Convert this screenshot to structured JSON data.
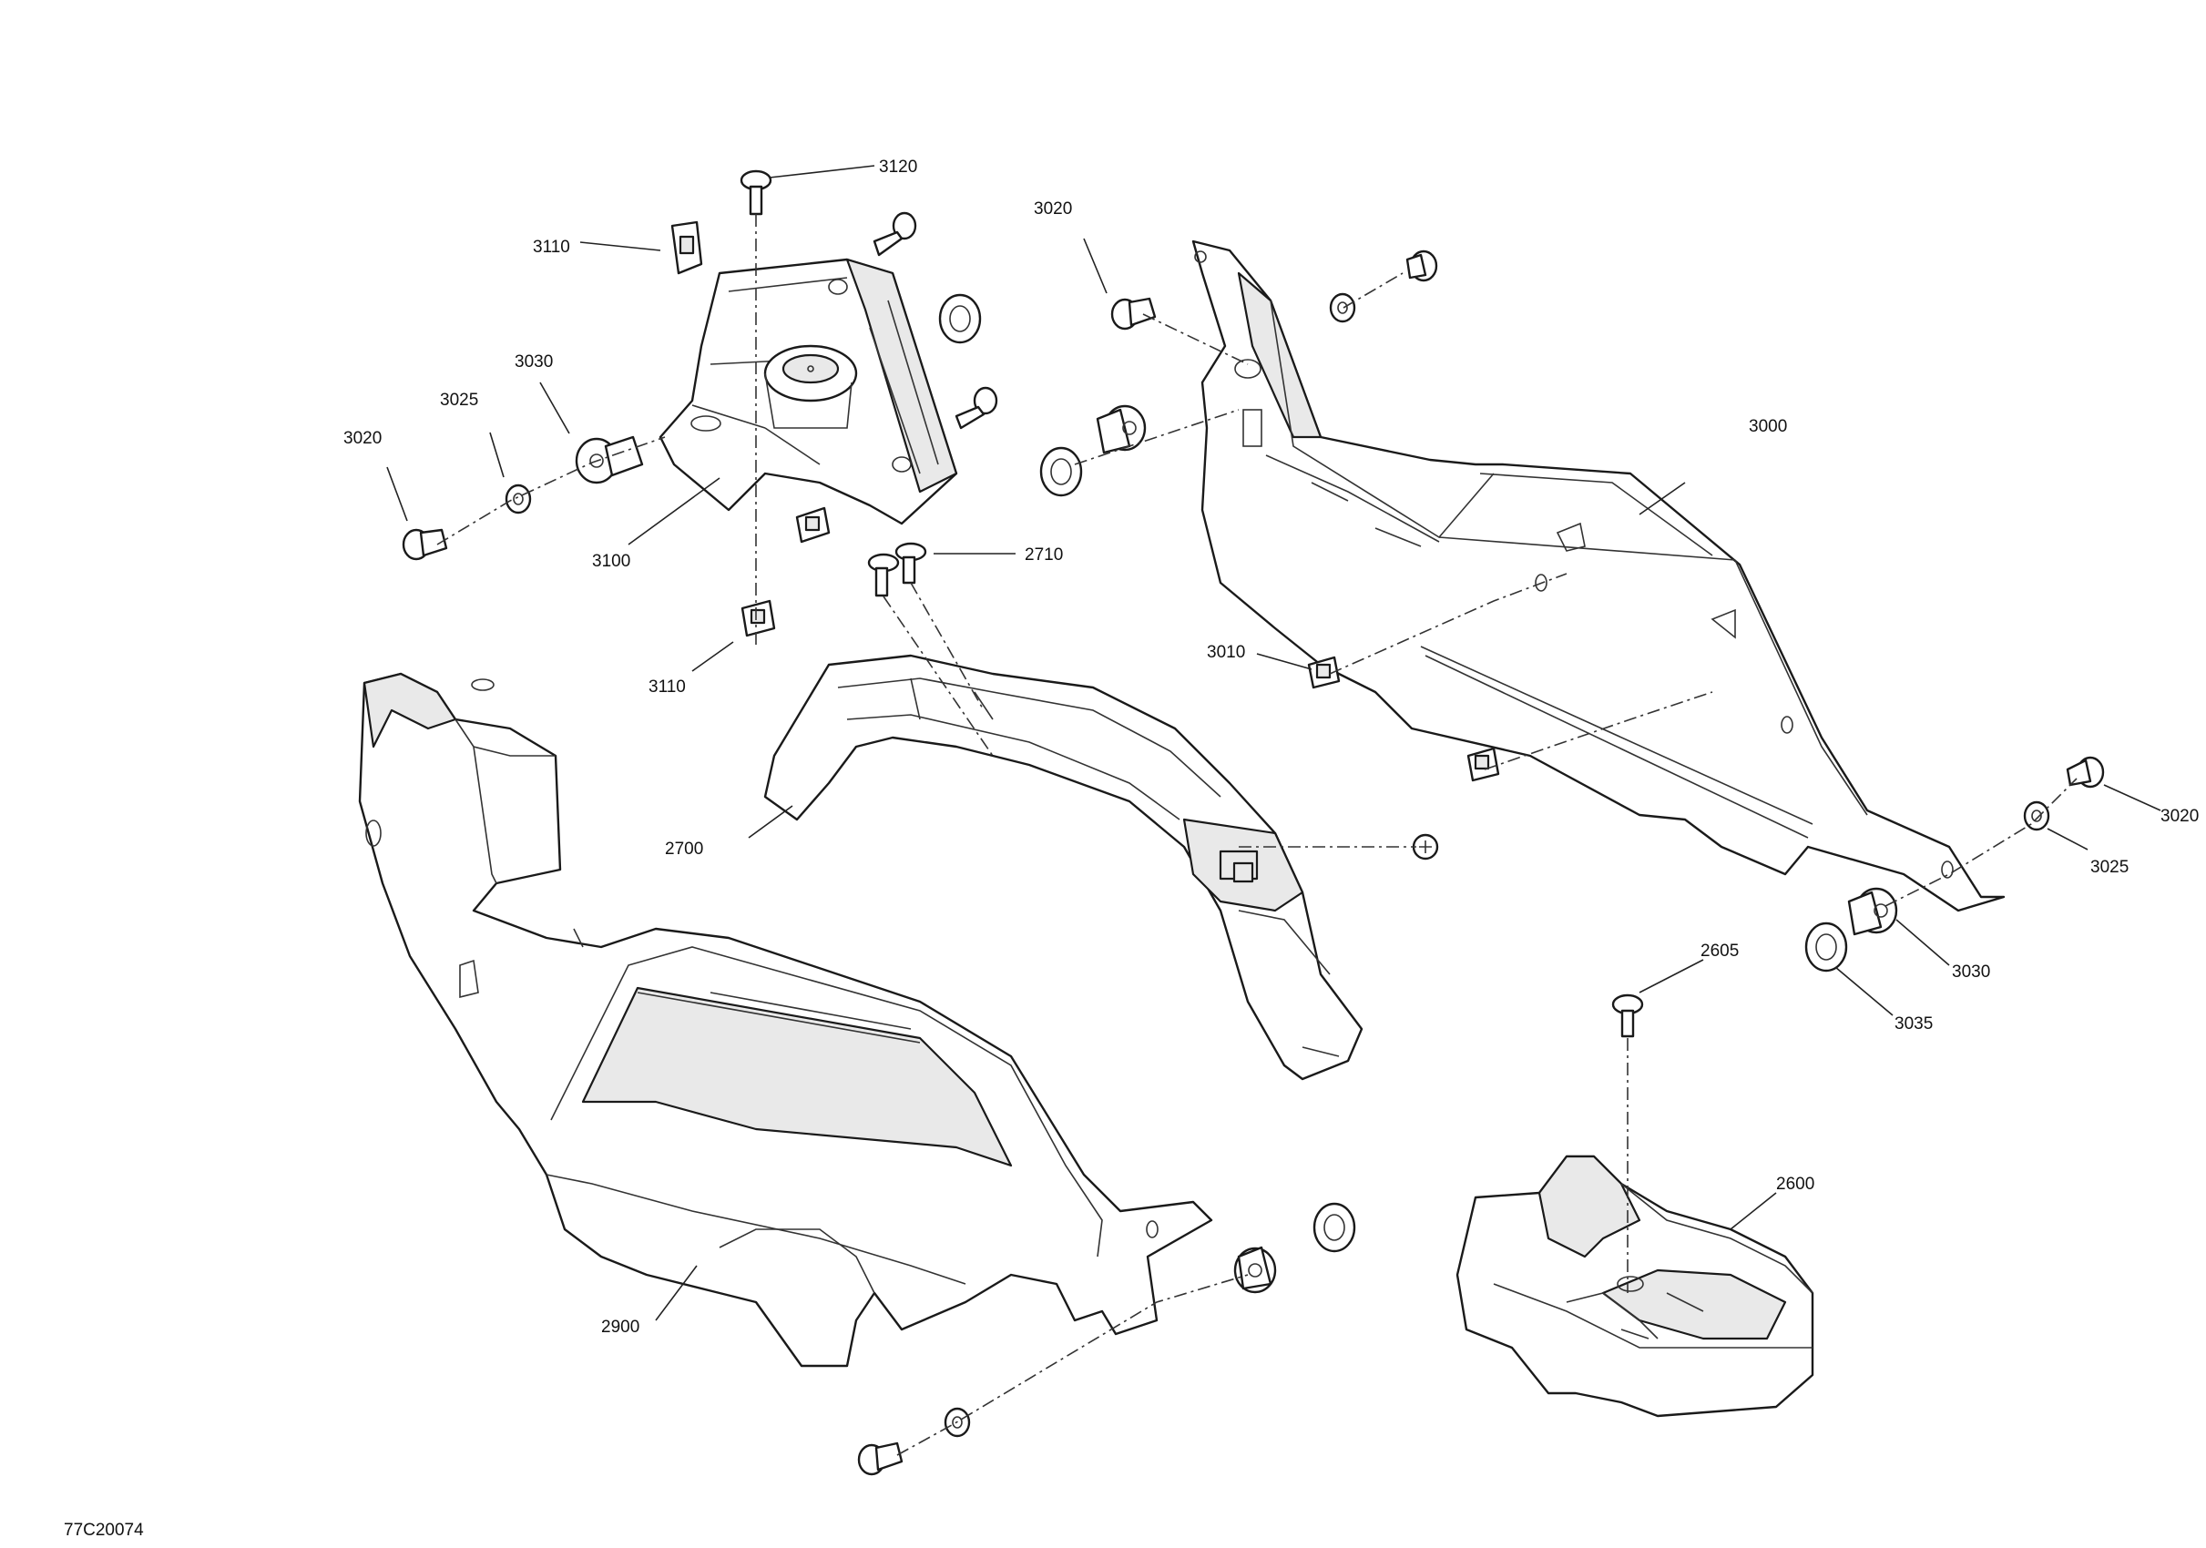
{
  "figure_id": "77C20074",
  "callouts": {
    "c3120": "3120",
    "c3110_top": "3110",
    "c3020_tl": "3020",
    "c3030_l": "3030",
    "c3025_l": "3025",
    "c3020_l": "3020",
    "c3100": "3100",
    "c3110_bot": "3110",
    "c2710": "2710",
    "c3000": "3000",
    "c3010": "3010",
    "c2700": "2700",
    "c3020_r": "3020",
    "c3025_r": "3025",
    "c3030_r": "3030",
    "c3035": "3035",
    "c2605": "2605",
    "c2600": "2600",
    "c2900": "2900"
  },
  "icons": [
    "screw-icon",
    "push-rivet-icon",
    "washer-icon",
    "grommet-icon",
    "clip-nut-icon",
    "panel-icon"
  ]
}
